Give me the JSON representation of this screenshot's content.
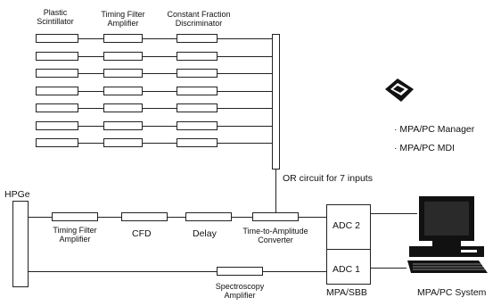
{
  "detector_array": {
    "col_scintillator": "Plastic\nScintillator",
    "col_tfa": "Timing Filter\nAmplifier",
    "col_cfd": "Constant Fraction\nDiscriminator",
    "channel_count": 7,
    "or_label": "OR circuit for 7 inputs"
  },
  "software": {
    "items": [
      "· MPA/PC Manager",
      "· MPA/PC MDI"
    ]
  },
  "hpge_chain": {
    "detector": "HPGe",
    "tfa": "Timing Filter\nAmplifier",
    "cfd": "CFD",
    "delay": "Delay",
    "tac": "Time-to-Amplitude\nConverter",
    "spectroscopy": "Spectroscopy\nAmplifier"
  },
  "mpa": {
    "adc2": "ADC 2",
    "adc1": "ADC 1",
    "label": "MPA/SBB"
  },
  "system": {
    "label": "MPA/PC System"
  }
}
